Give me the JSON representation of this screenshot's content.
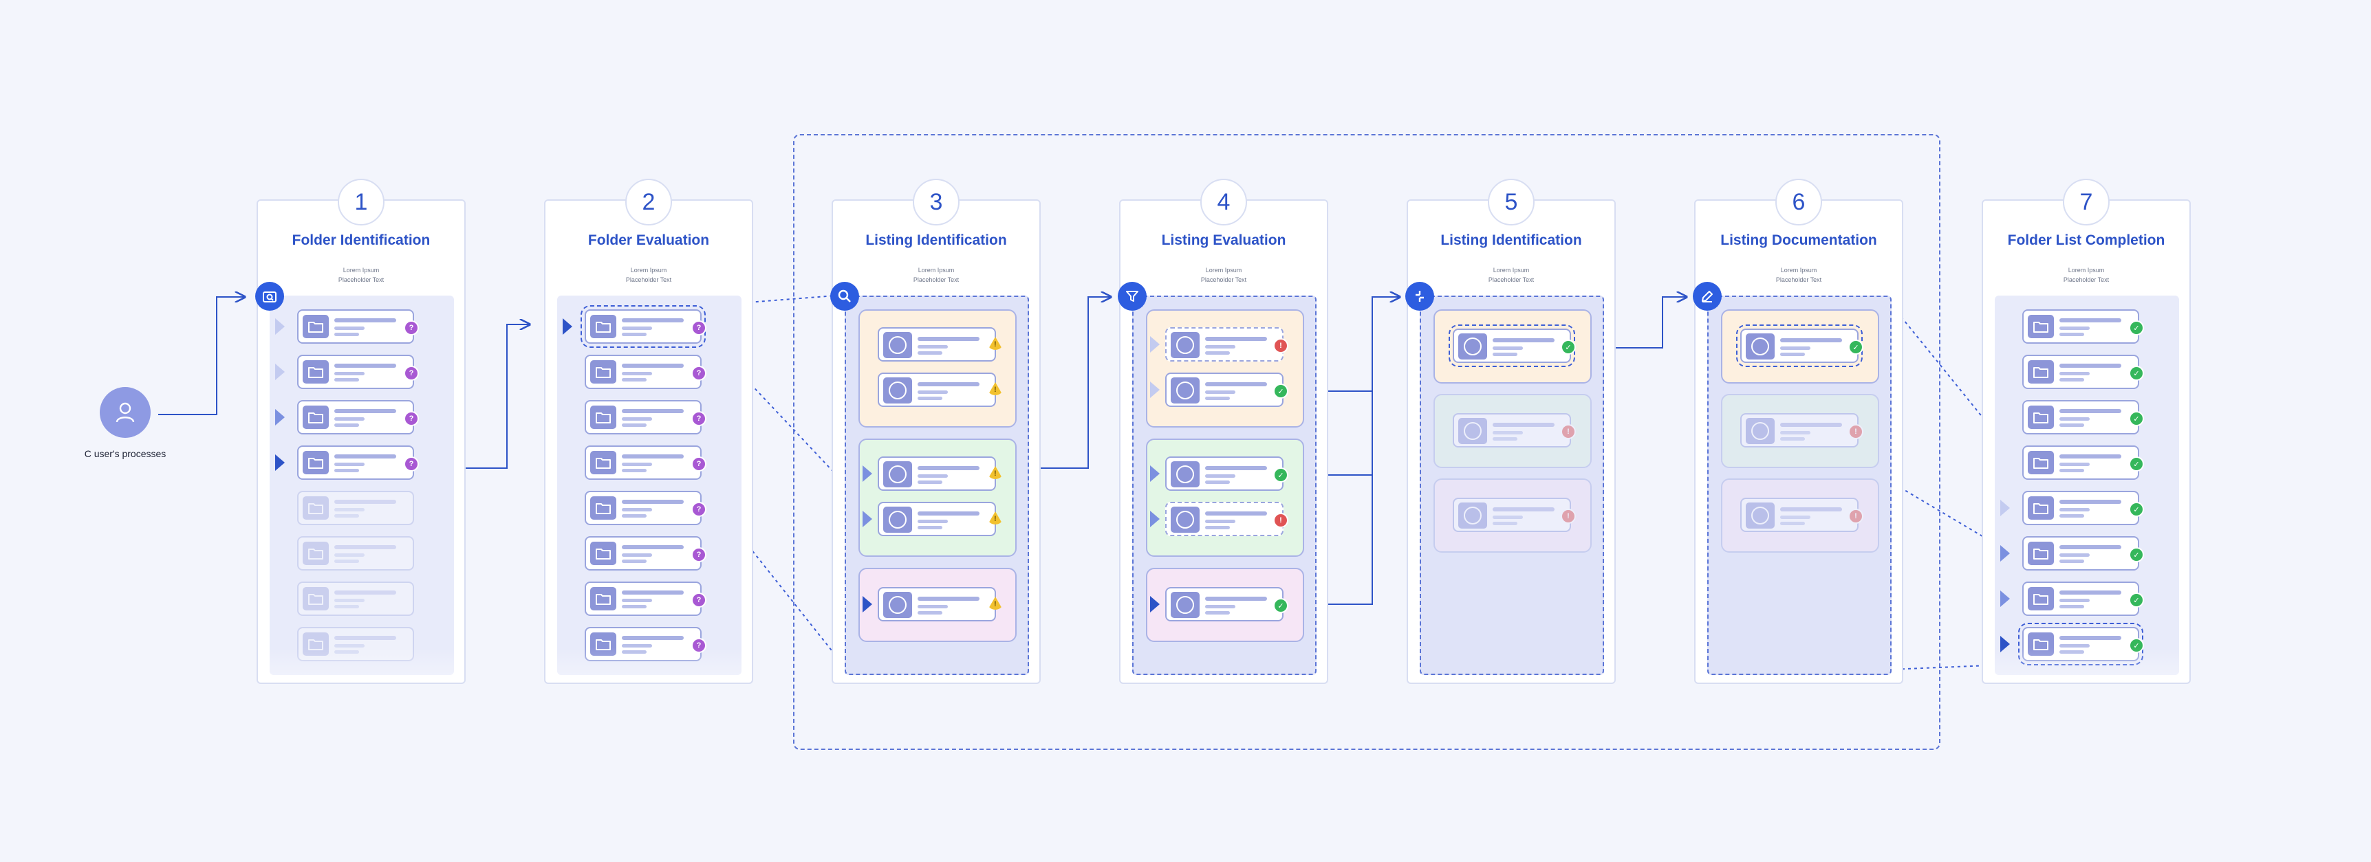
{
  "actor": {
    "label": "C user's processes",
    "icon": "user-icon"
  },
  "steps": [
    {
      "number": "1",
      "title": "Folder Identification",
      "desc_line1": "Lorem Ipsum",
      "desc_line2": "Placeholder Text",
      "icon": "folder-search-icon"
    },
    {
      "number": "2",
      "title": "Folder Evaluation",
      "desc_line1": "Lorem Ipsum",
      "desc_line2": "Placeholder Text",
      "icon": ""
    },
    {
      "number": "3",
      "title": "Listing Identification",
      "desc_line1": "Lorem Ipsum",
      "desc_line2": "Placeholder Text",
      "icon": "search-icon"
    },
    {
      "number": "4",
      "title": "Listing Evaluation",
      "desc_line1": "Lorem Ipsum",
      "desc_line2": "Placeholder Text",
      "icon": "filter-icon"
    },
    {
      "number": "5",
      "title": "Listing Identification",
      "desc_line1": "Lorem Ipsum",
      "desc_line2": "Placeholder Text",
      "icon": "merge-icon"
    },
    {
      "number": "6",
      "title": "Listing Documentation",
      "desc_line1": "Lorem Ipsum",
      "desc_line2": "Placeholder Text",
      "icon": "edit-icon"
    },
    {
      "number": "7",
      "title": "Folder List Completion",
      "desc_line1": "Lorem Ipsum",
      "desc_line2": "Placeholder Text",
      "icon": ""
    }
  ],
  "colors": {
    "accent": "#2d53c7",
    "question": "#a858d3",
    "success": "#35b75b",
    "error": "#e05454",
    "warning": "#f2c12e"
  }
}
